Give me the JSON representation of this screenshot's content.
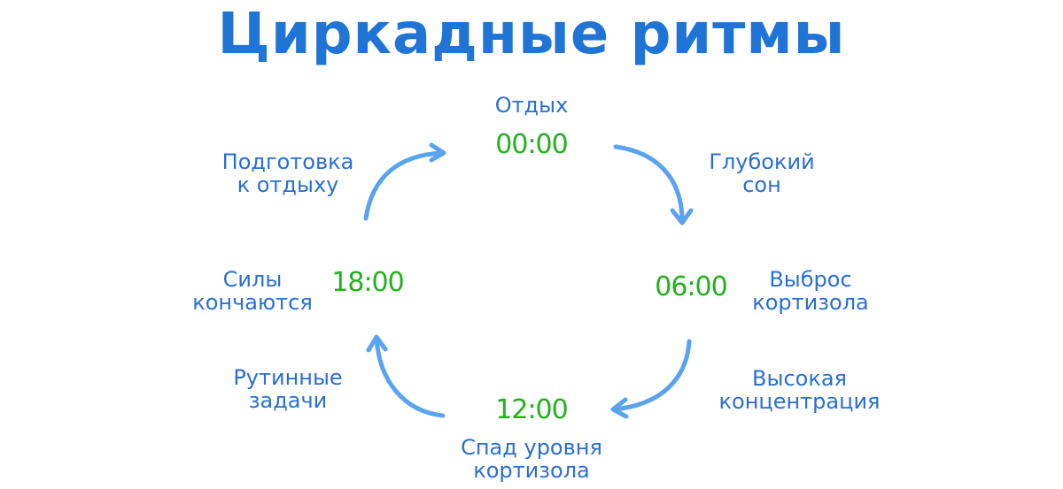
{
  "colors": {
    "title": "#1f74d6",
    "label": "#2a6fd0",
    "time": "#22b11e",
    "arrow": "#5aa3ef",
    "background": "#ffffff"
  },
  "title": "Циркадные ритмы",
  "times": {
    "t0000": "00:00",
    "t0600": "06:00",
    "t1200": "12:00",
    "t1800": "18:00"
  },
  "labels": {
    "rest": [
      "Отдых"
    ],
    "deep_sleep": [
      "Глубокий",
      "сон"
    ],
    "cortisol_release": [
      "Выброс",
      "кортизола"
    ],
    "high_focus": [
      "Высокая",
      "концентрация"
    ],
    "cortisol_drop": [
      "Спад уровня",
      "кортизола"
    ],
    "routine_tasks": [
      "Рутинные",
      "задачи"
    ],
    "energy_low": [
      "Силы",
      "кончаются"
    ],
    "prep_rest": [
      "Подготовка",
      "к отдыху"
    ]
  },
  "arrows": [
    {
      "from": "00:00",
      "to": "06:00",
      "direction": "clockwise"
    },
    {
      "from": "06:00",
      "to": "12:00",
      "direction": "clockwise"
    },
    {
      "from": "12:00",
      "to": "18:00",
      "direction": "clockwise"
    },
    {
      "from": "18:00",
      "to": "00:00",
      "direction": "clockwise"
    }
  ]
}
